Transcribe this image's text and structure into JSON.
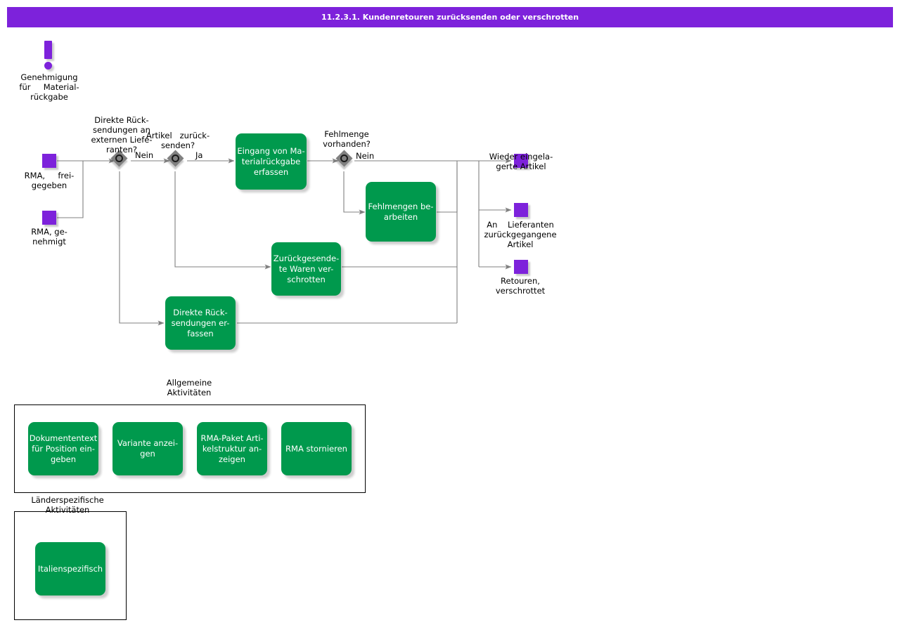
{
  "window": {
    "title": "11.2.3.1. Kundenretouren zurücksenden oder verschrotten"
  },
  "colors": {
    "title_bar": "#7d22db",
    "event": "#7d22db",
    "function": "#00994d",
    "gateway": "#808080",
    "connector": "#808080",
    "text": "#000000"
  },
  "approval": {
    "icon": "exclamation-icon",
    "label": "Genehmigung\nfür     Material-\nrückgabe"
  },
  "events": {
    "start": [
      {
        "name": "rma-freigegeben",
        "label": "RMA,     frei-\ngegeben"
      },
      {
        "name": "rma-genehmigt",
        "label": "RMA, ge-\nnehmigt"
      }
    ],
    "end": [
      {
        "name": "wieder-eingelagerte-artikel",
        "label": "Wieder eingela-\ngerte Artikel"
      },
      {
        "name": "an-lieferanten-zurueckgegangene-artikel",
        "label": "An    Lieferanten\nzurückgegangene\nArtikel"
      },
      {
        "name": "retouren-verschrottet",
        "label": "Retouren,\nverschrottet"
      }
    ]
  },
  "gateways": [
    {
      "name": "direkte-ruecksendungen-an-externen-lieferanten",
      "question": "Direkte Rück-\nsendungen an\nexternen Liefe-\nranten?",
      "out_label": "Nein"
    },
    {
      "name": "artikel-zuruecksenden",
      "question": "Artikel   zurück-\nsenden?",
      "out_label": "Ja"
    },
    {
      "name": "fehlmenge-vorhanden",
      "question": "Fehlmenge\nvorhanden?",
      "out_label": "Nein"
    }
  ],
  "functions": [
    {
      "name": "eingang-von-materialrueckgabe-erfassen",
      "label": "Eingang von Ma-\nterialrückgabe\nerfassen"
    },
    {
      "name": "fehlmengen-bearbeiten",
      "label": "Fehlmengen be-\narbeiten"
    },
    {
      "name": "zurueckgesendete-waren-verschrotten",
      "label": "Zurückgesende-\nte Waren ver-\nschrotten"
    },
    {
      "name": "direkte-ruecksendungen-erfassen",
      "label": "Direkte Rück-\nsendungen er-\nfassen"
    }
  ],
  "groups": [
    {
      "name": "allgemeine-aktivitaeten",
      "label": "Allgemeine\nAktivitäten",
      "items": [
        {
          "name": "dokumententext-fuer-position-eingeben",
          "label": "Dokumententext\nfür Position ein-\ngeben"
        },
        {
          "name": "variante-anzeigen",
          "label": "Variante anzei-\ngen"
        },
        {
          "name": "rma-paket-artikelstruktur-anzeigen",
          "label": "RMA-Paket Arti-\nkelstruktur an-\nzeigen"
        },
        {
          "name": "rma-stornieren",
          "label": "RMA stornieren"
        }
      ]
    },
    {
      "name": "laenderspezifische-aktivitaeten",
      "label": "Länderspezifische\nAktivitäten",
      "items": [
        {
          "name": "italienspezifisch",
          "label": "Italienspezifisch"
        }
      ]
    }
  ]
}
